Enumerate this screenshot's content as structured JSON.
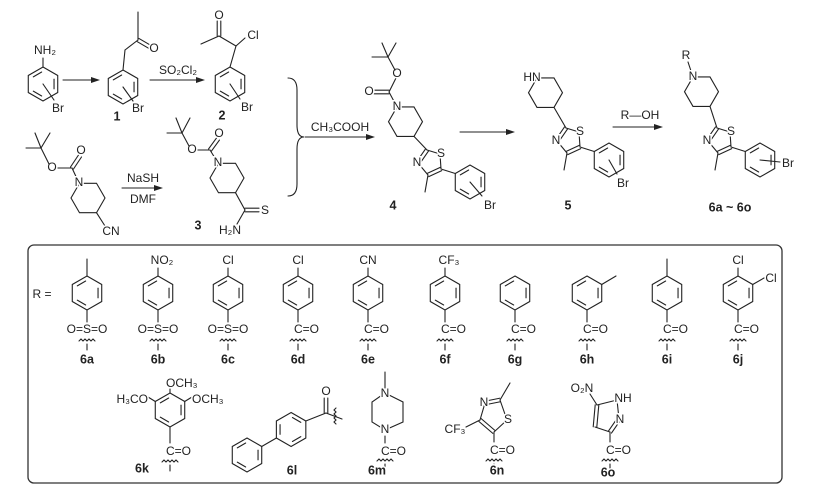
{
  "atoms": {
    "O": "O",
    "S": "S",
    "N": "N",
    "Cl": "Cl",
    "Br": "Br",
    "CN": "CN",
    "NH2": "NH₂",
    "H2N": "H₂N",
    "HN": "HN",
    "R": "R",
    "NH": "NH"
  },
  "reagents": {
    "so2cl2": "SO₂Cl₂",
    "nash": "NaSH",
    "dmf": "DMF",
    "acoh": "CH₃COOH",
    "roh": "R—OH"
  },
  "compounds": {
    "c1": "1",
    "c2": "2",
    "c3": "3",
    "c4": "4",
    "c5": "5",
    "c6": "6a ~ 6o"
  },
  "rgroups": {
    "r_eq": "R =",
    "linkers": {
      "sulfonyl": "O=S=O",
      "carbonyl": "C=O"
    },
    "subs": {
      "NO2": "NO₂",
      "Cl": "Cl",
      "CN": "CN",
      "CF3": "CF₃",
      "OCH3": "OCH₃",
      "H3CO": "H₃CO",
      "CF3b": "CF₃",
      "O2N": "O₂N"
    },
    "labels": [
      "6a",
      "6b",
      "6c",
      "6d",
      "6e",
      "6f",
      "6g",
      "6h",
      "6i",
      "6j",
      "6k",
      "6l",
      "6m",
      "6n",
      "6o"
    ]
  }
}
